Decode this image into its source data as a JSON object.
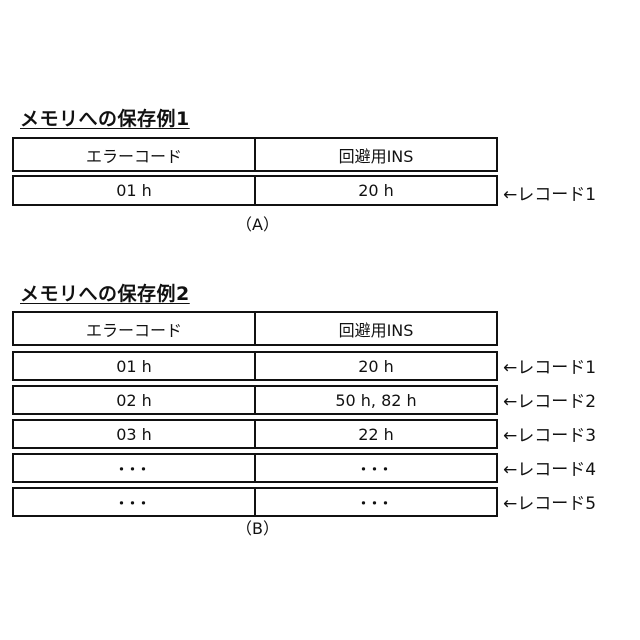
{
  "example1": {
    "title": "メモリへの保存例1",
    "headers": [
      "エラーコード",
      "回避用INS"
    ],
    "rows": [
      {
        "code": "01 h",
        "ins": "20 h",
        "label": "←レコード1"
      }
    ],
    "caption": "（A）"
  },
  "example2": {
    "title": "メモリへの保存例2",
    "headers": [
      "エラーコード",
      "回避用INS"
    ],
    "rows": [
      {
        "code": "01 h",
        "ins": "20 h",
        "label": "←レコード1"
      },
      {
        "code": "02 h",
        "ins": "50 h, 82 h",
        "label": "←レコード2"
      },
      {
        "code": "03 h",
        "ins": "22 h",
        "label": "←レコード3"
      },
      {
        "code": "･･･",
        "ins": "･･･",
        "label": "←レコード4"
      },
      {
        "code": "･･･",
        "ins": "･･･",
        "label": "←レコード5"
      }
    ],
    "caption": "（B）"
  }
}
